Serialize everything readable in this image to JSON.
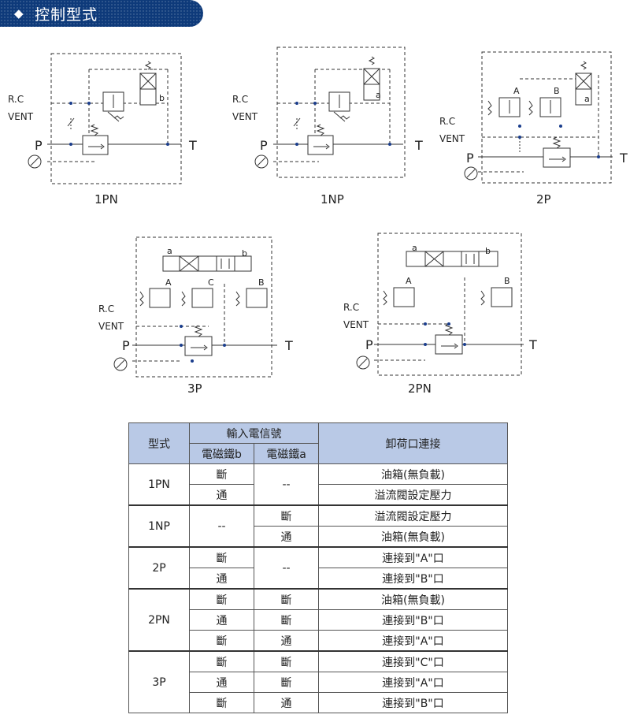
{
  "header": {
    "title": "控制型式"
  },
  "labels": {
    "rc": "R.C",
    "vent": "VENT",
    "p": "P",
    "t": "T",
    "a": "a",
    "b": "b",
    "A": "A",
    "B": "B",
    "C": "C"
  },
  "diagrams": [
    {
      "caption": "1PN"
    },
    {
      "caption": "1NP"
    },
    {
      "caption": "2P"
    },
    {
      "caption": "3P"
    },
    {
      "caption": "2PN"
    }
  ],
  "table": {
    "headers": {
      "type": "型式",
      "input": "輸入電信號",
      "sol_b": "電磁鐵b",
      "sol_a": "電磁鐵a",
      "unload": "卸荷口連接"
    },
    "groups": [
      {
        "type": "1PN",
        "rows": [
          {
            "b": "斷",
            "a": "--",
            "result": "油箱(無負載)"
          },
          {
            "b": "通",
            "a": "",
            "result": "溢流閥設定壓力"
          }
        ]
      },
      {
        "type": "1NP",
        "rows": [
          {
            "b": "--",
            "a": "斷",
            "result": "溢流閥設定壓力"
          },
          {
            "b": "",
            "a": "通",
            "result": "油箱(無負載)"
          }
        ]
      },
      {
        "type": "2P",
        "rows": [
          {
            "b": "斷",
            "a": "--",
            "result": "連接到\"A\"口"
          },
          {
            "b": "通",
            "a": "",
            "result": "連接到\"B\"口"
          }
        ]
      },
      {
        "type": "2PN",
        "rows": [
          {
            "b": "斷",
            "a": "斷",
            "result": "油箱(無負載)"
          },
          {
            "b": "通",
            "a": "斷",
            "result": "連接到\"B\"口"
          },
          {
            "b": "斷",
            "a": "通",
            "result": "連接到\"A\"口"
          }
        ]
      },
      {
        "type": "3P",
        "rows": [
          {
            "b": "斷",
            "a": "斷",
            "result": "連接到\"C\"口"
          },
          {
            "b": "通",
            "a": "斷",
            "result": "連接到\"A\"口"
          },
          {
            "b": "斷",
            "a": "通",
            "result": "連接到\"B\"口"
          }
        ]
      }
    ]
  }
}
